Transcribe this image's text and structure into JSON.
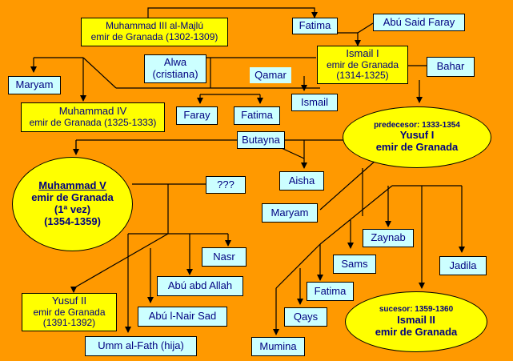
{
  "persons": {
    "muhammad3": {
      "name": "Muhammad III al-Majlú",
      "title": "emir de Granada (1302-1309)"
    },
    "fatima_top": {
      "name": "Fatima"
    },
    "abu_said": {
      "name": "Abú Said Faray"
    },
    "alwa": {
      "name": "Alwa",
      "note": "(cristiana)"
    },
    "ismail1": {
      "name": "Ismail I",
      "title": "emir de Granada",
      "years": "(1314-1325)"
    },
    "bahar": {
      "name": "Bahar"
    },
    "maryam_left": {
      "name": "Maryam"
    },
    "qamar": {
      "name": "Qamar"
    },
    "ismail_child": {
      "name": "Ismail"
    },
    "muhammad4": {
      "name": "Muhammad IV",
      "title": "emir de Granada (1325-1333)"
    },
    "faray": {
      "name": "Faray"
    },
    "fatima_mid": {
      "name": "Fatima"
    },
    "yusuf1": {
      "prefix": "predecesor: 1333-1354",
      "name": "Yusuf I",
      "title": "emir de Granada"
    },
    "butayna": {
      "name": "Butayna"
    },
    "aisha": {
      "name": "Aisha"
    },
    "muhammad5": {
      "name": "Muhammad V",
      "title": "emir de Granada",
      "vez": "(1ª vez)",
      "years": "(1354-1359)"
    },
    "unknown": {
      "name": "???"
    },
    "maryam_right": {
      "name": "Maryam"
    },
    "zaynab": {
      "name": "Zaynab"
    },
    "nasr": {
      "name": "Nasr"
    },
    "sams": {
      "name": "Sams"
    },
    "jadila": {
      "name": "Jadila"
    },
    "abu_abd_allah": {
      "name": "Abú abd Allah"
    },
    "fatima_low": {
      "name": "Fatima"
    },
    "yusuf2": {
      "name": "Yusuf II",
      "title": "emir de Granada",
      "years": "(1391-1392)"
    },
    "abu_lnair": {
      "name": "Abú l-Nair Sad"
    },
    "qays": {
      "name": "Qays"
    },
    "ismail2": {
      "prefix": "sucesor: 1359-1360",
      "name": "Ismail II",
      "title": "emir de Granada"
    },
    "umm_alfath": {
      "name": "Umm al-Fath (hija)"
    },
    "mumina": {
      "name": "Mumina"
    }
  },
  "colors": {
    "background": "#FF9900",
    "box": "#CCFFFF",
    "ruler": "#FFFF00",
    "text": "#000080",
    "line": "#000000"
  }
}
